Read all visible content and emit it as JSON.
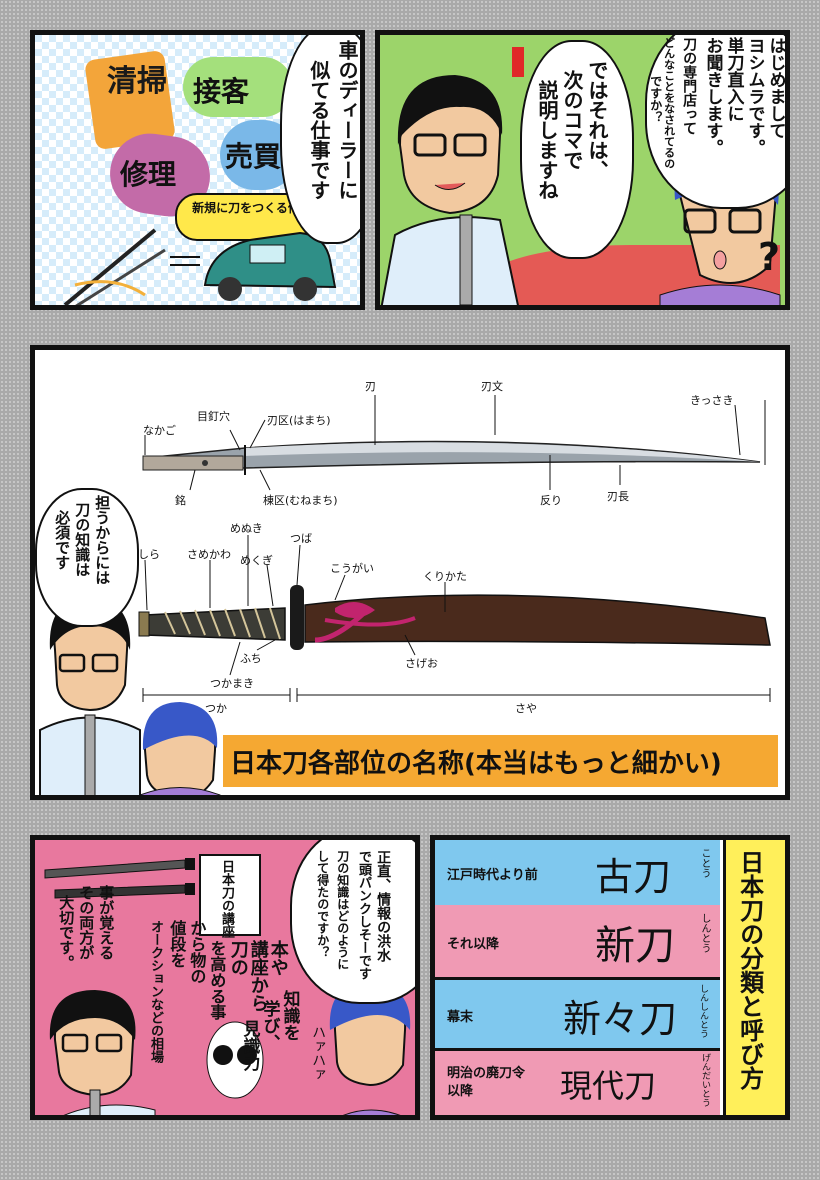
{
  "panel1": {
    "tags": [
      "清掃",
      "接客",
      "修理",
      "売買"
    ],
    "deal_label": "新規に刀をつくる仲介",
    "speech": [
      "車のディーラーに",
      "似てる仕事です"
    ]
  },
  "panel2": {
    "speech_guest": [
      "はじめまして",
      "ヨシムラです。",
      "単刀直入に",
      "お聞きします。",
      "刀の専門店って",
      "どんなことをなされてるの",
      "ですか？"
    ],
    "speech_host": [
      "ではそれは、",
      "次のコマで",
      "説明しますね"
    ],
    "question_mark": "?"
  },
  "panel3": {
    "blade_labels": [
      "刃",
      "刃文",
      "きっさき",
      "なかご",
      "目釘穴",
      "刃区(はまち)",
      "銘",
      "棟区(むねまち)",
      "反り",
      "刃長"
    ],
    "koshirae_labels": [
      "かしら",
      "さめかわ",
      "めぬき",
      "めくぎ",
      "つば",
      "こうがい",
      "くりかた",
      "ふち",
      "つかまき",
      "さげお"
    ],
    "ranges": [
      "つか",
      "さや"
    ],
    "speech": [
      "担うからには",
      "刀の知識は",
      "必須です"
    ],
    "title": "日本刀各部位の名称(本当はもっと細かい)"
  },
  "panel4": {
    "book_title": "日本刀の講座",
    "speech_left": [
      "事が覚える",
      "その両方が",
      "大切です。"
    ],
    "speech_center": [
      "本や",
      "講座から",
      "刀の",
      "知識を",
      "学び、",
      "見識力",
      "を高める事",
      "から物の",
      "値段を",
      "オークションなどの相場"
    ],
    "speech_right": [
      "正直、情報の洪水",
      "で頭パンクしそーです",
      "刀の知識はどのように",
      "して得たのですか？"
    ],
    "sfx": "ハァハァ"
  },
  "panel5": {
    "title": "日本刀の分類と呼び方",
    "rows": [
      {
        "period": "江戸時代より前",
        "name": "古刀",
        "reading": "ことう",
        "color": "#7fc8ee"
      },
      {
        "period": "それ以降",
        "name": "新刀",
        "reading": "しんとう",
        "color": "#f09ab4"
      },
      {
        "period": "幕末",
        "name": "新々刀",
        "reading": "しんしんとう",
        "color": "#7fc8ee"
      },
      {
        "period": "明治の廃刀令以降",
        "name": "現代刀",
        "reading": "げんだいとう",
        "color": "#f09ab4"
      }
    ]
  }
}
